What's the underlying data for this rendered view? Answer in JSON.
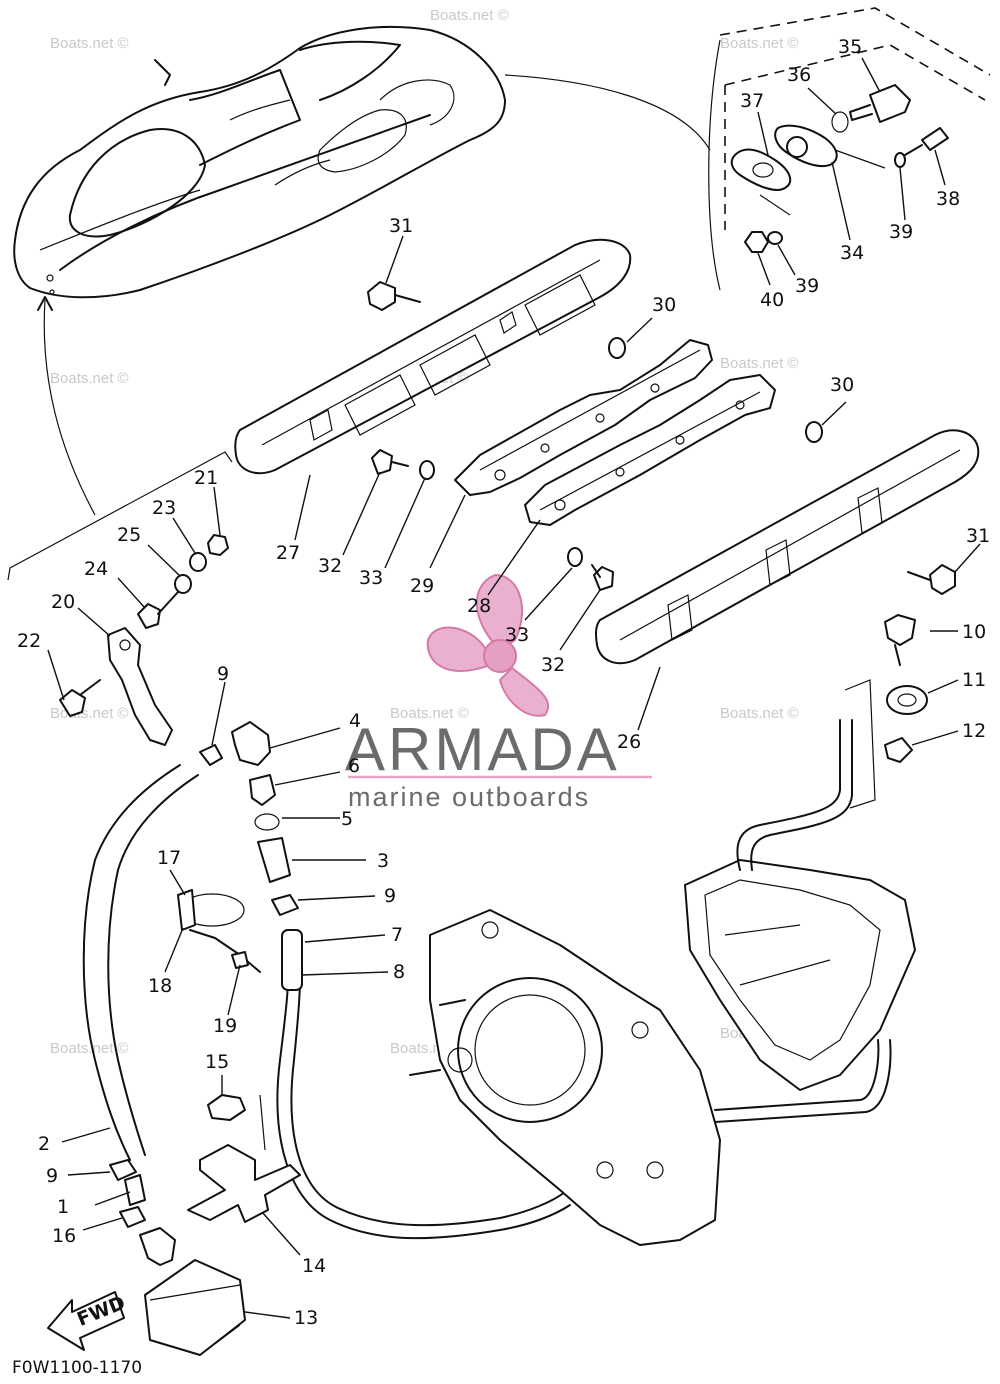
{
  "diagram": {
    "code": "F0W1100-1170",
    "direction_label": "FWD",
    "callouts": [
      "1",
      "2",
      "3",
      "4",
      "5",
      "6",
      "7",
      "8",
      "9",
      "9",
      "9",
      "10",
      "11",
      "12",
      "13",
      "14",
      "15",
      "16",
      "17",
      "18",
      "19",
      "20",
      "21",
      "22",
      "23",
      "24",
      "25",
      "26",
      "27",
      "28",
      "29",
      "30",
      "30",
      "31",
      "31",
      "32",
      "32",
      "33",
      "33",
      "34",
      "35",
      "36",
      "37",
      "38",
      "39",
      "39",
      "40"
    ]
  },
  "watermark": {
    "text": "Boats.net ©"
  },
  "brand": {
    "name": "ARMADA",
    "tagline": "marine outboards",
    "accent_color": "#e5a3c6"
  }
}
